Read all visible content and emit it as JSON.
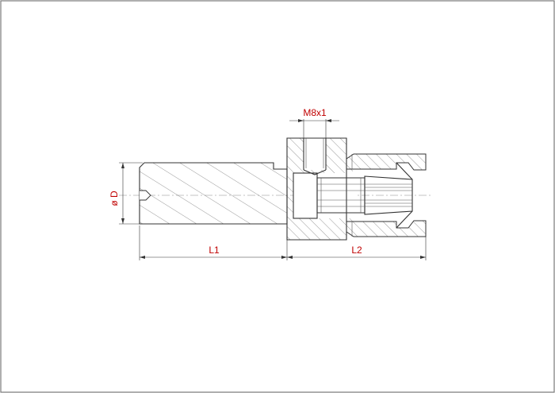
{
  "dimensions": {
    "thread": "M8x1",
    "diameter": "ø D",
    "length1": "L1",
    "length2": "L2"
  },
  "colors": {
    "dimension_text": "#c00000",
    "line": "#333333",
    "border": "#7a7a7a"
  }
}
